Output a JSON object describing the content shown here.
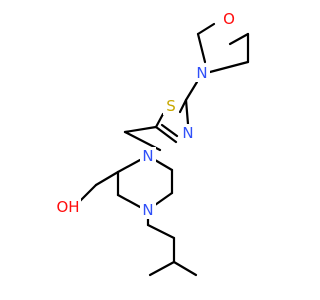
{
  "molecule": {
    "atoms": {
      "o_morpholine": {
        "label": "O",
        "color": "#ff0d0d"
      },
      "n_morpholine": {
        "label": "N",
        "color": "#3050f8"
      },
      "s_thiazole": {
        "label": "S",
        "color": "#c8a800"
      },
      "n_thiazole": {
        "label": "N",
        "color": "#3050f8"
      },
      "n_piperazine_top": {
        "label": "N",
        "color": "#3050f8"
      },
      "n_piperazine_bottom": {
        "label": "N",
        "color": "#3050f8"
      },
      "o_hydroxyl": {
        "label": "OH",
        "color": "#ff0d0d"
      }
    },
    "bond_color": "#000000"
  }
}
